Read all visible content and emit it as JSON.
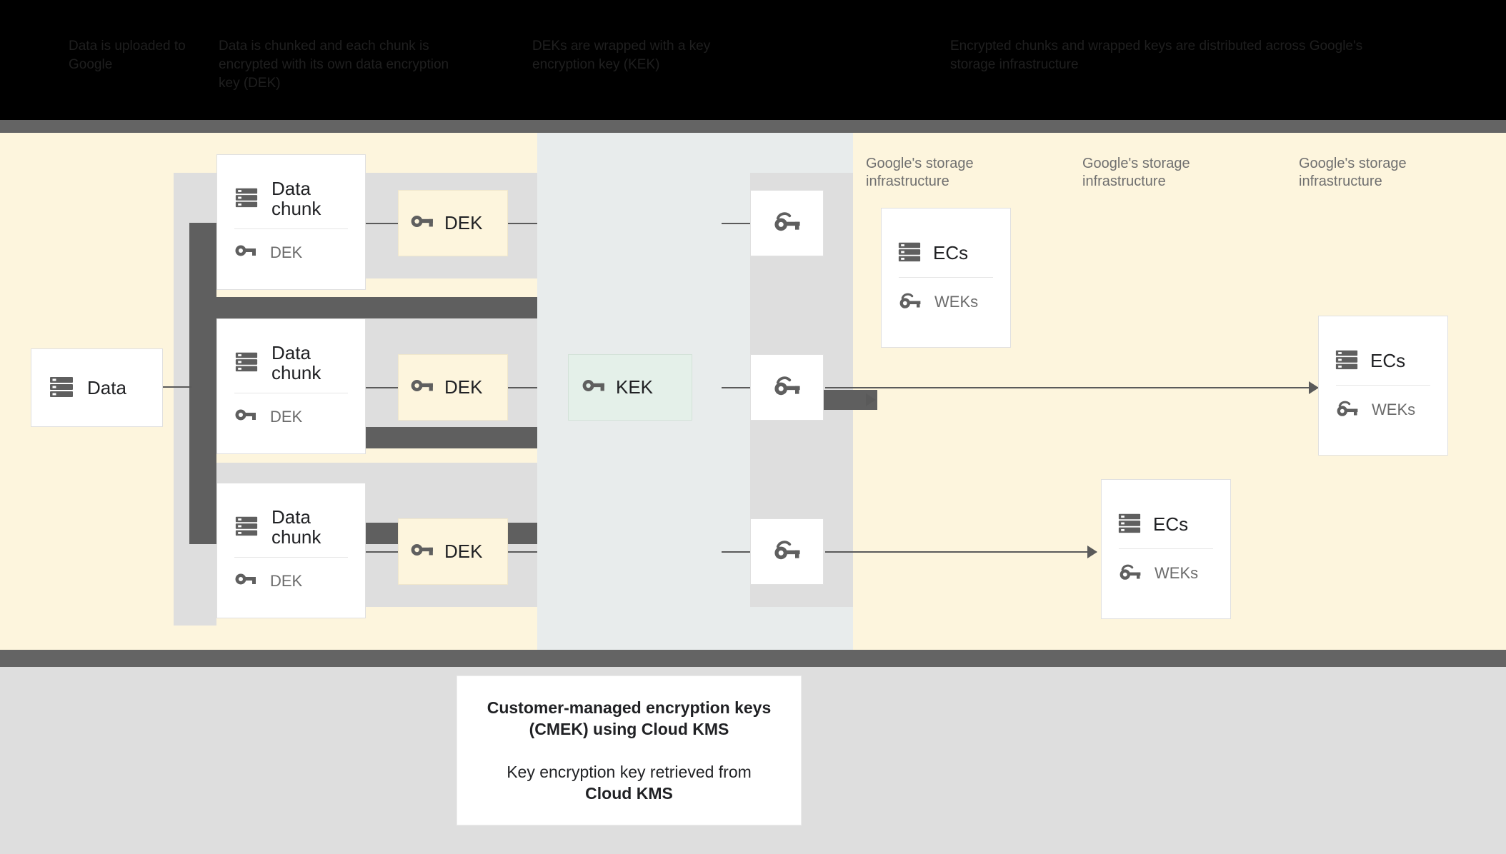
{
  "header": {
    "columns": [
      {
        "text": "Data is uploaded to Google"
      },
      {
        "text": "Data is chunked and each chunk is encrypted with its own data encryption key (DEK)"
      },
      {
        "text": "DEKs are wrapped with a key encryption key (KEK)"
      },
      {
        "text": "Encrypted chunks and wrapped keys are distributed across Google's storage infrastructure"
      }
    ]
  },
  "diagram": {
    "data_box": {
      "label": "Data",
      "icon": "server-icon"
    },
    "chunks": [
      {
        "title": "Data chunk",
        "key_label": "DEK",
        "icon": "server-icon",
        "key_icon": "key-icon"
      },
      {
        "title": "Data chunk",
        "key_label": "DEK",
        "icon": "server-icon",
        "key_icon": "key-icon"
      },
      {
        "title": "Data chunk",
        "key_label": "DEK",
        "icon": "server-icon",
        "key_icon": "key-icon"
      }
    ],
    "deks": [
      {
        "label": "DEK",
        "icon": "key-icon"
      },
      {
        "label": "DEK",
        "icon": "key-icon"
      },
      {
        "label": "DEK",
        "icon": "key-icon"
      }
    ],
    "kek": {
      "label": "KEK",
      "icon": "key-icon"
    },
    "wrapped_keys": [
      {
        "icon": "wrapped-key-icon"
      },
      {
        "icon": "wrapped-key-icon"
      },
      {
        "icon": "wrapped-key-icon"
      }
    ],
    "storage_labels": [
      {
        "text": "Google's storage infrastructure"
      },
      {
        "text": "Google's storage infrastructure"
      },
      {
        "text": "Google's storage infrastructure"
      }
    ],
    "ec_cards": [
      {
        "title": "ECs",
        "key_label": "WEKs",
        "icon": "server-icon",
        "key_icon": "wrapped-key-icon"
      },
      {
        "title": "ECs",
        "key_label": "WEKs",
        "icon": "server-icon",
        "key_icon": "wrapped-key-icon"
      },
      {
        "title": "ECs",
        "key_label": "WEKs",
        "icon": "server-icon",
        "key_icon": "wrapped-key-icon"
      }
    ]
  },
  "caption": {
    "line1": "Customer-managed encryption keys",
    "line2": "(CMEK) using Cloud KMS",
    "line3": "Key encryption key retrieved from",
    "line4": "Cloud KMS"
  },
  "colors": {
    "cream": "#fdf5dd",
    "mint": "#e4f0e9",
    "kms_band": "#e8ecec",
    "dark_gray": "#5f5f5f",
    "strip_gray": "#dedede"
  }
}
